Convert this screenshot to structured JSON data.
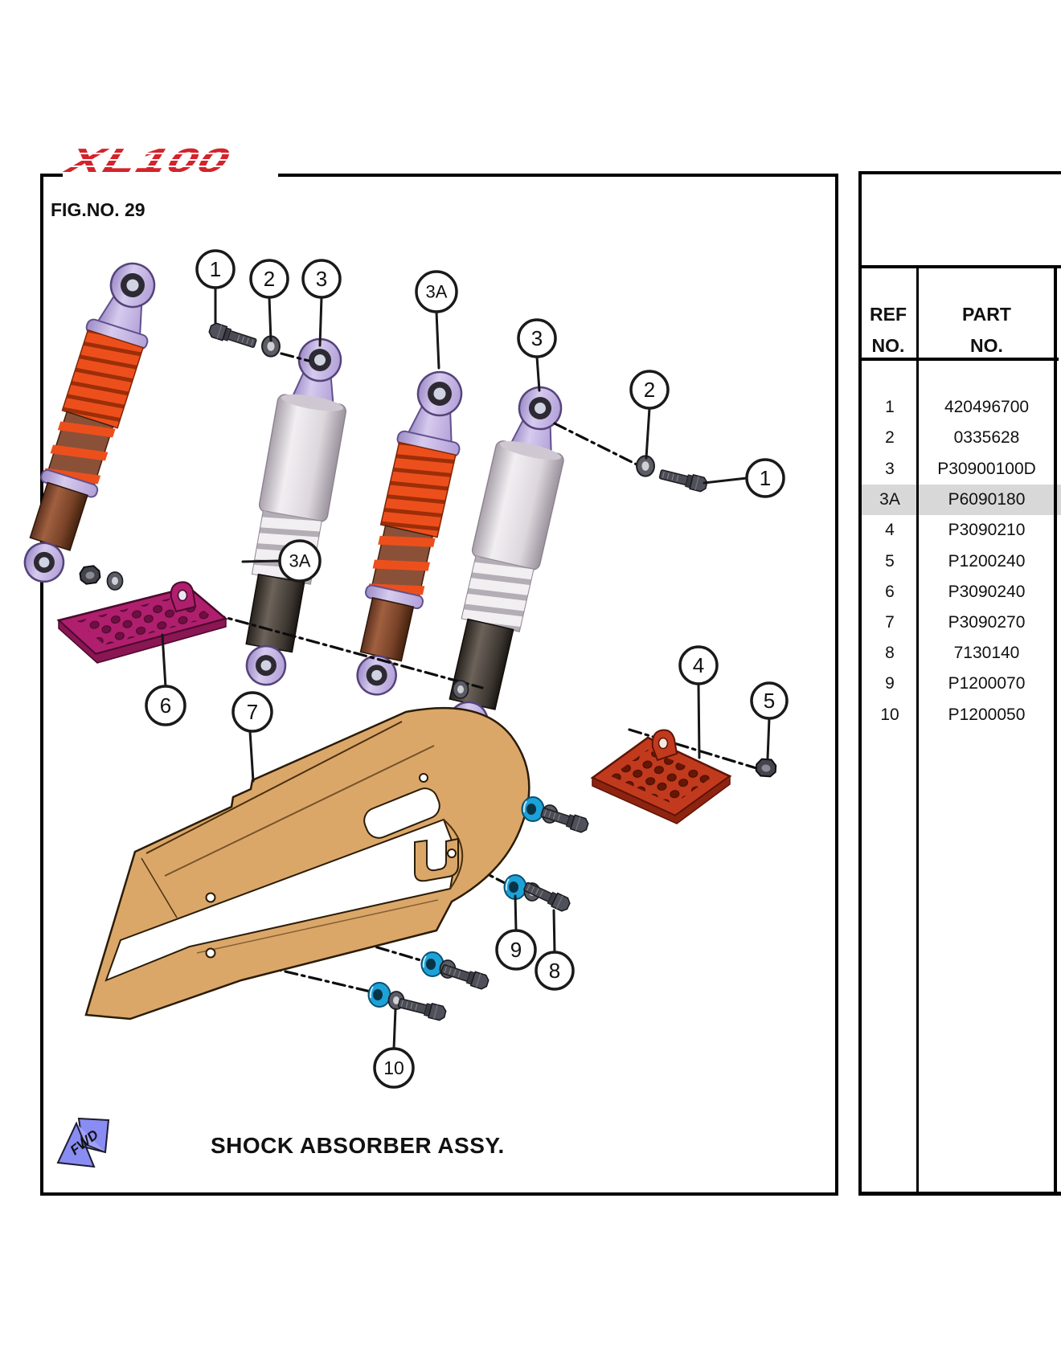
{
  "page": {
    "logo_text": "XL100",
    "fig_label": "FIG.NO. 29",
    "title": "SHOCK ABSORBER ASSY.",
    "fwd_label": "FWD"
  },
  "table": {
    "header": {
      "ref": [
        "REF",
        "NO."
      ],
      "part": [
        "PART",
        "NO."
      ]
    },
    "rows": [
      {
        "ref": "1",
        "part": "420496700",
        "highlight": false
      },
      {
        "ref": "2",
        "part": "0335628",
        "highlight": false
      },
      {
        "ref": "3",
        "part": "P30900100D",
        "highlight": false
      },
      {
        "ref": "3A",
        "part": "P6090180",
        "highlight": true
      },
      {
        "ref": "4",
        "part": "P3090210",
        "highlight": false
      },
      {
        "ref": "5",
        "part": "P1200240",
        "highlight": false
      },
      {
        "ref": "6",
        "part": "P3090240",
        "highlight": false
      },
      {
        "ref": "7",
        "part": "P3090270",
        "highlight": false
      },
      {
        "ref": "8",
        "part": "7130140",
        "highlight": false
      },
      {
        "ref": "9",
        "part": "P1200070",
        "highlight": false
      },
      {
        "ref": "10",
        "part": "P1200050",
        "highlight": false
      }
    ]
  },
  "callouts": [
    {
      "label": "1"
    },
    {
      "label": "2"
    },
    {
      "label": "3"
    },
    {
      "label": "3A"
    },
    {
      "label": "3"
    },
    {
      "label": "2"
    },
    {
      "label": "1"
    },
    {
      "label": "3A"
    },
    {
      "label": "6"
    },
    {
      "label": "7"
    },
    {
      "label": "4"
    },
    {
      "label": "5"
    },
    {
      "label": "9"
    },
    {
      "label": "8"
    },
    {
      "label": "10"
    }
  ],
  "colors": {
    "logo_red": "#d4232a",
    "row_highlight_gray": "#d8d8d8",
    "spring_orange": "#ed4f1c",
    "eyelet_lavender": "#c9bbe8",
    "shock_cover_white": "#efecef",
    "damper_brown": "#8a5138",
    "chain_guard_tan": "#dba769",
    "footrest_left_magenta": "#b01f6e",
    "footrest_right_red": "#c23a1d",
    "nut_teal": "#1da2d8",
    "fwd_arrow_blue": "#898cf2"
  }
}
